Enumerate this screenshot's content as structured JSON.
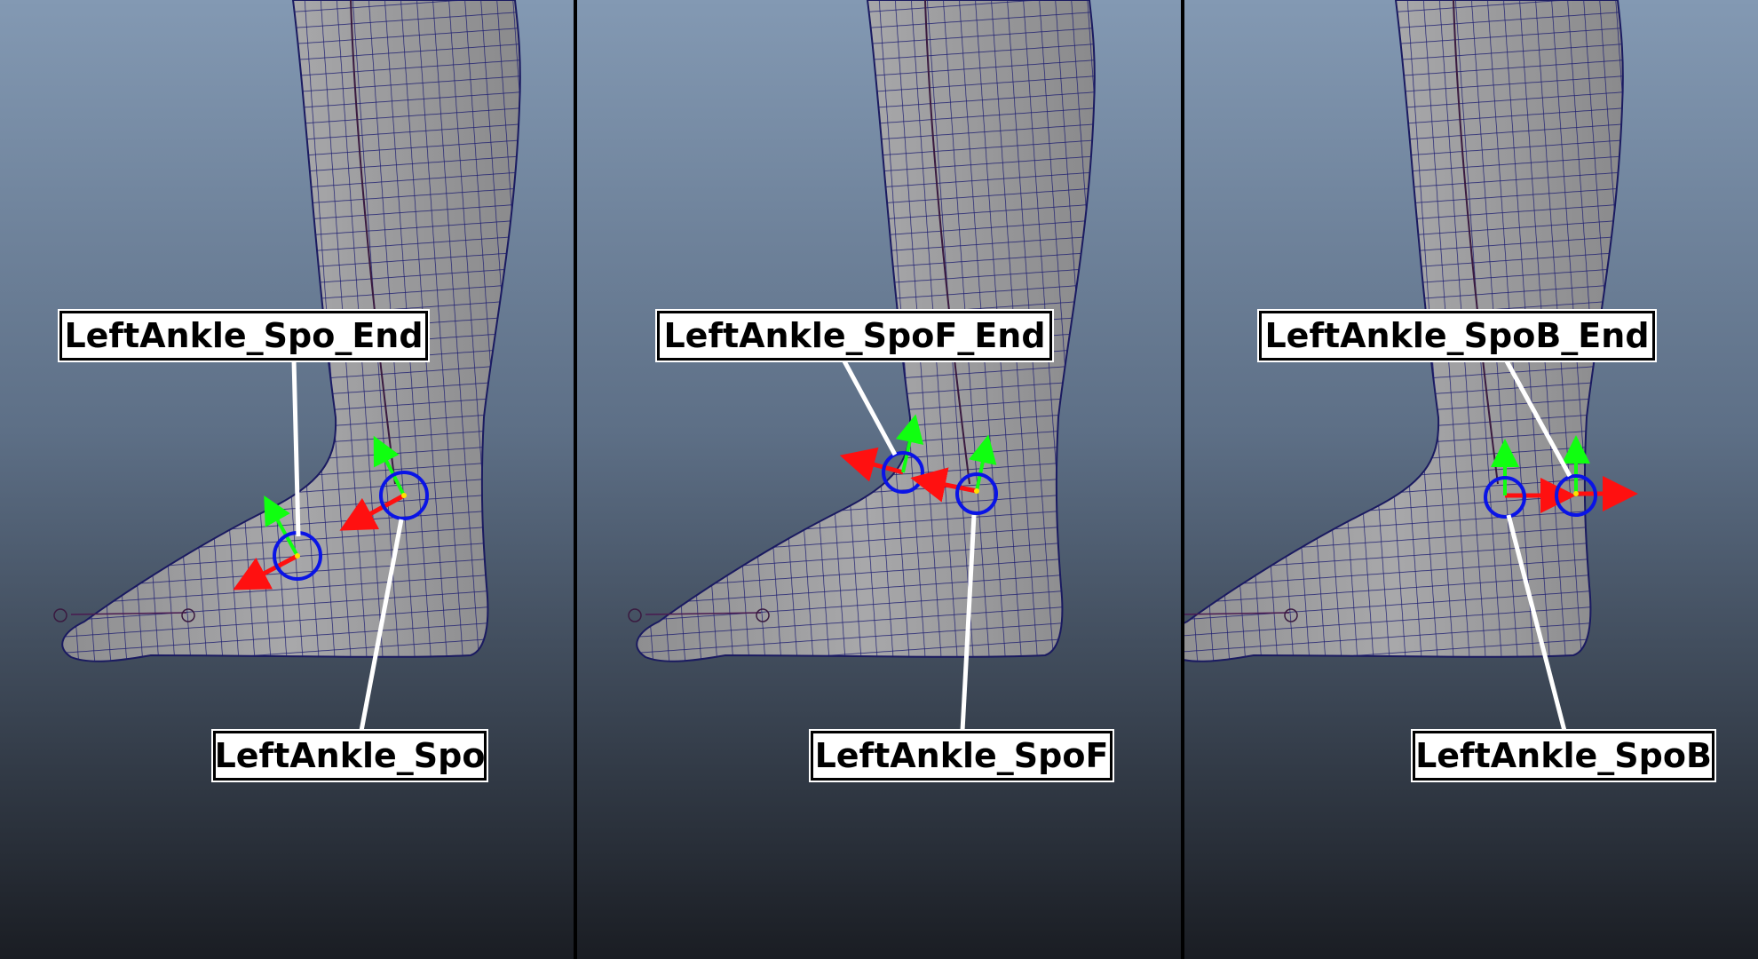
{
  "panels": [
    {
      "name": "spo",
      "top_label": "LeftAnkle_Spo_End",
      "bottom_label": "LeftAnkle_Spo"
    },
    {
      "name": "spof",
      "top_label": "LeftAnkle_SpoF_End",
      "bottom_label": "LeftAnkle_SpoF"
    },
    {
      "name": "spob",
      "top_label": "LeftAnkle_SpoB_End",
      "bottom_label": "LeftAnkle_SpoB"
    }
  ],
  "colors": {
    "bg_top": "#8197b0",
    "bg_bottom": "#1b1e24",
    "mesh": "#a0a0a2",
    "wire": "#1a1a6e",
    "x_axis": "#ff1010",
    "y_axis": "#10ff10",
    "rotate_ring": "#0a14e6"
  }
}
